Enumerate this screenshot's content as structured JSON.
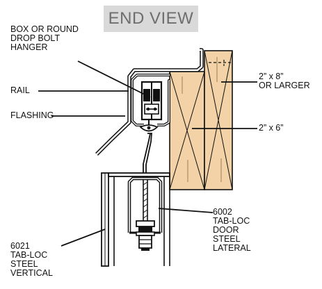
{
  "title": "END VIEW",
  "labels": {
    "hanger": "BOX OR ROUND\nDROP BOLT\nHANGER",
    "rail": "RAIL",
    "flashing": "FLASHING",
    "header_large": "2” x 8”\nOR LARGER",
    "header_small": "2” x 6”",
    "door_lateral": "6002\nTAB-LOC\nDOOR\nSTEEL\nLATERAL",
    "vertical": "6021\nTAB-LOC\nSTEEL\nVERTICAL"
  },
  "colors": {
    "wood": "#f2d2a6",
    "line": "#111111",
    "title_bg": "#d9d9d9",
    "title_text": "#6e6e6e"
  }
}
